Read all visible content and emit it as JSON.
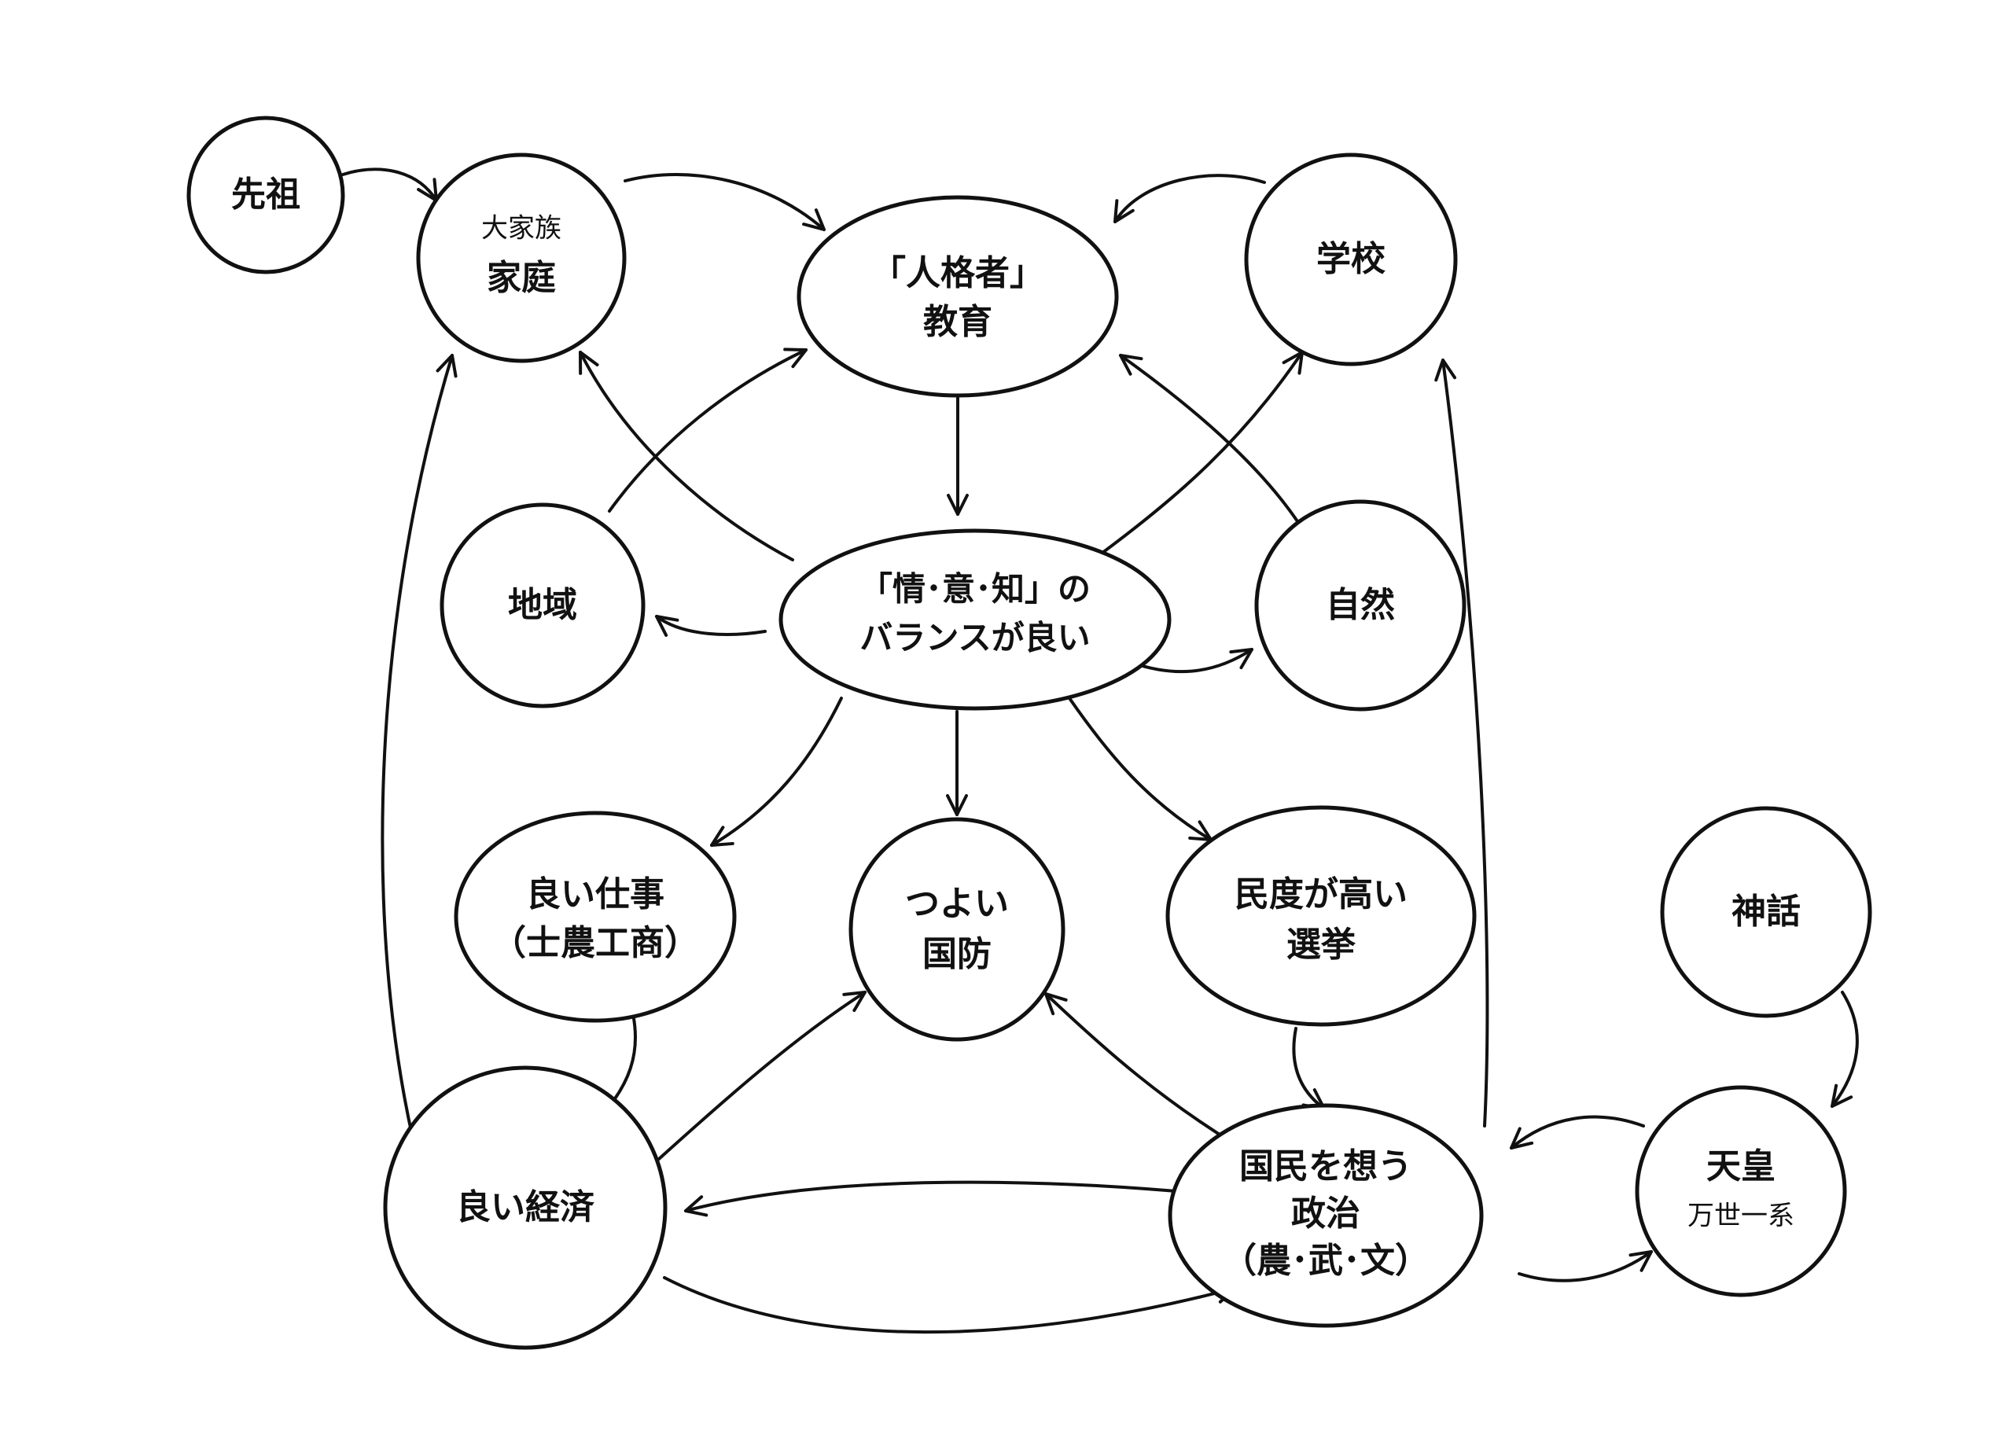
{
  "colors": {
    "background": "#ffffff",
    "ink": "#111111"
  },
  "nodes": {
    "ancestors": {
      "label": "先祖"
    },
    "family": {
      "label_top": "大家族",
      "label_main": "家庭"
    },
    "education": {
      "line1": "「人格者」",
      "line2": "教育"
    },
    "school": {
      "label": "学校"
    },
    "community": {
      "label": "地域"
    },
    "balance": {
      "line1": "「情･意･知」の",
      "line2": "バランスが良い"
    },
    "nature": {
      "label": "自然"
    },
    "good_work": {
      "line1": "良い仕事",
      "line2": "（士農工商）"
    },
    "defense": {
      "line1": "つよい",
      "line2": "国防"
    },
    "election": {
      "line1": "民度が高い",
      "line2": "選挙"
    },
    "myth": {
      "label": "神話"
    },
    "economy": {
      "label": "良い経済"
    },
    "politics": {
      "line1": "国民を想う",
      "line2": "政治",
      "line3": "（農･武･文）"
    },
    "emperor": {
      "label_main": "天皇",
      "label_sub": "万世一系"
    }
  },
  "edges": [
    {
      "from": "ancestors",
      "to": "family",
      "type": "arrow"
    },
    {
      "from": "family",
      "to": "education",
      "type": "arrow"
    },
    {
      "from": "school",
      "to": "education",
      "type": "arrow"
    },
    {
      "from": "education",
      "to": "balance",
      "type": "arrow"
    },
    {
      "from": "community",
      "to": "education",
      "type": "arrow"
    },
    {
      "from": "balance",
      "to": "family",
      "type": "arrow"
    },
    {
      "from": "balance",
      "to": "school",
      "type": "arrow"
    },
    {
      "from": "nature",
      "to": "education",
      "type": "arrow"
    },
    {
      "from": "balance",
      "to": "community",
      "type": "arrow"
    },
    {
      "from": "balance",
      "to": "nature",
      "type": "arrow"
    },
    {
      "from": "balance",
      "to": "good_work",
      "type": "arrow"
    },
    {
      "from": "balance",
      "to": "defense",
      "type": "arrow"
    },
    {
      "from": "balance",
      "to": "election",
      "type": "arrow"
    },
    {
      "from": "good_work",
      "to": "economy",
      "type": "arrow"
    },
    {
      "from": "election",
      "to": "politics",
      "type": "arrow"
    },
    {
      "from": "myth",
      "to": "emperor",
      "type": "arrow"
    },
    {
      "from": "economy",
      "to": "defense",
      "type": "arrow"
    },
    {
      "from": "politics",
      "to": "defense",
      "type": "arrow"
    },
    {
      "from": "economy",
      "to": "family",
      "type": "arrow"
    },
    {
      "from": "politics",
      "to": "school",
      "type": "arrow"
    },
    {
      "from": "politics",
      "to": "economy",
      "type": "arrow"
    },
    {
      "from": "economy",
      "to": "politics",
      "type": "arrow"
    },
    {
      "from": "emperor",
      "to": "politics",
      "type": "arrow"
    },
    {
      "from": "politics",
      "to": "emperor",
      "type": "arrow"
    }
  ]
}
